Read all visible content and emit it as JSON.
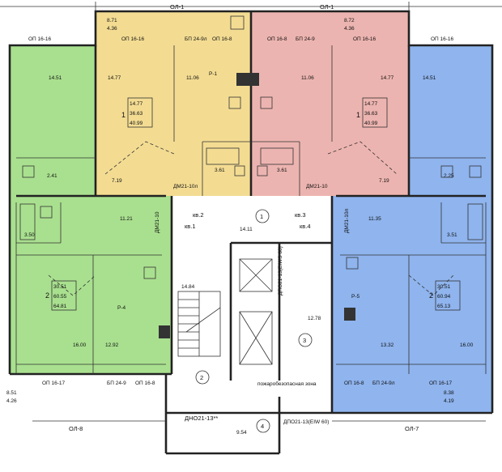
{
  "colors": {
    "yellow": "#f3dc92",
    "pink": "#ecb4b0",
    "green": "#a9e08f",
    "blue": "#8fb4ee",
    "core": "#ffffff",
    "wall": "#222222"
  },
  "axes": {
    "ol1_left": "ОЛ-1",
    "ol1_right": "ОЛ-1",
    "ol8": "ОЛ-8",
    "ol7": "ОЛ-7"
  },
  "apt1": {
    "room_count": "1",
    "area_living": "14.77",
    "area_total": "36.63",
    "area_with_balcony": "40.99",
    "kitchen": "11.06",
    "room": "14.77",
    "hall": "7.19",
    "bath": "3.61",
    "loggia_area": "8.71",
    "loggia_area2": "4.36",
    "window_left": "ОП 16-16",
    "balcony_door": "БП 24-9л",
    "window_right": "ОП 16-8",
    "door_label": "ДМ21-10л",
    "riser": "Р-1"
  },
  "apt3": {
    "room_count": "1",
    "area_living": "14.77",
    "area_total": "36.63",
    "area_with_balcony": "40.99",
    "kitchen": "11.06",
    "room": "14.77",
    "hall": "7.19",
    "bath": "3.61",
    "loggia_area": "8.72",
    "loggia_area2": "4.36",
    "window_left": "ОП 16-8",
    "balcony_door": "БП 24-9",
    "window_right": "ОП 16-16",
    "door_label": "ДМ21-10"
  },
  "apt2": {
    "room_count": "2",
    "area_living": "30.51",
    "area_total": "60.55",
    "area_with_balcony": "64.81",
    "room_top": "14.51",
    "wc": "2.41",
    "bath": "3.50",
    "hall": "11.21",
    "room_bottom": "16.00",
    "kitchen": "12.92",
    "loggia_area": "8.51",
    "loggia_area2": "4.26",
    "window_top": "ОП 16-16",
    "window_bottom": "ОП 16-17",
    "balcony_door": "БП 24-9",
    "window_kitchen": "ОП 16-8",
    "door_label": "ДМ21-10",
    "riser": "Р-4"
  },
  "apt4": {
    "room_count": "2",
    "area_living": "30.51",
    "area_total": "60.94",
    "area_with_balcony": "65.13",
    "room_top": "14.51",
    "wc": "2.25",
    "bath": "3.51",
    "hall": "11.35",
    "room_bottom": "16.00",
    "kitchen": "13.32",
    "loggia_area": "8.38",
    "loggia_area2": "4.19",
    "window_top": "ОП 16-16",
    "window_bottom": "ОП 16-17",
    "balcony_door": "БП 24-9л",
    "window_kitchen": "ОП 16-8",
    "door_label": "ДМ21-10л",
    "riser": "Р-5"
  },
  "core": {
    "corridor_area": "14.11",
    "stair_area": "14.84",
    "lift_hall_area": "12.78",
    "vestibule_area": "9.54",
    "kv2": "кв.2",
    "kv1": "кв.1",
    "kv3": "кв.3",
    "kv4": "кв.4",
    "marker1": "1",
    "marker2": "2",
    "marker3": "3",
    "marker4": "4",
    "door_lift": "ДПО21-13(EIWS 60)",
    "door_lift2": "ДПО21-13(EIW 60)",
    "door_entry": "ДНО21-13**",
    "safe_zone": "пожаробезопасная зона"
  }
}
